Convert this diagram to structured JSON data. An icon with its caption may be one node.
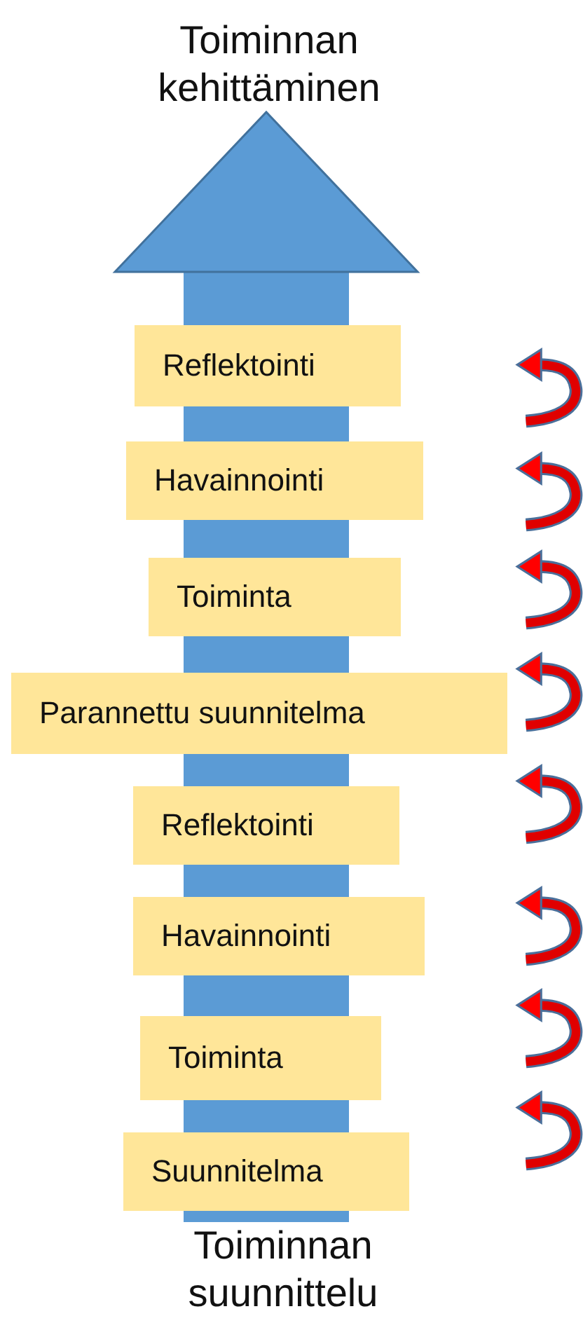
{
  "diagram": {
    "nodes": [
      {
        "text": [
          "Toiminnan kehittäminen"
        ]
      },
      {
        "text": [
          "Reflektointi"
        ]
      },
      {
        "text": [
          "Havainnointi"
        ]
      },
      {
        "text": [
          "Toiminta"
        ]
      },
      {
        "text": [
          "Parannettu suunnitelma"
        ]
      },
      {
        "text": [
          "Reflektointi"
        ]
      },
      {
        "text": [
          "Havainnointi"
        ]
      },
      {
        "text": [
          "Toiminta"
        ]
      },
      {
        "text": [
          "Suunnitelma"
        ]
      },
      {
        "text": [
          "Toiminnan suunnittelu"
        ]
      }
    ]
  }
}
